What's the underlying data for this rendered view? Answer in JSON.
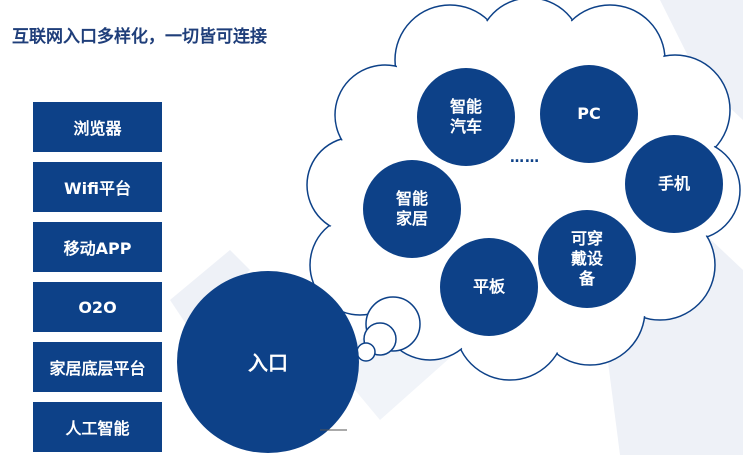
{
  "title": "互联网入口多样化，一切皆可连接",
  "entry_list": [
    "浏览器",
    "Wifi平台",
    "移动APP",
    "O2O",
    "家居底层平台",
    "人工智能"
  ],
  "center_node": "入口",
  "devices": {
    "smart_car": [
      "智能",
      "汽车"
    ],
    "pc": "PC",
    "phone": "手机",
    "smart_home": [
      "智能",
      "家居"
    ],
    "tablet": "平板",
    "wearable": [
      "可穿",
      "戴设",
      "备"
    ]
  },
  "ellipsis": "……",
  "colors": {
    "primary": "#0d4188",
    "title": "#1f3e7a",
    "cloud_outline": "#0d4188",
    "background_decor": "#e8ecf4"
  }
}
